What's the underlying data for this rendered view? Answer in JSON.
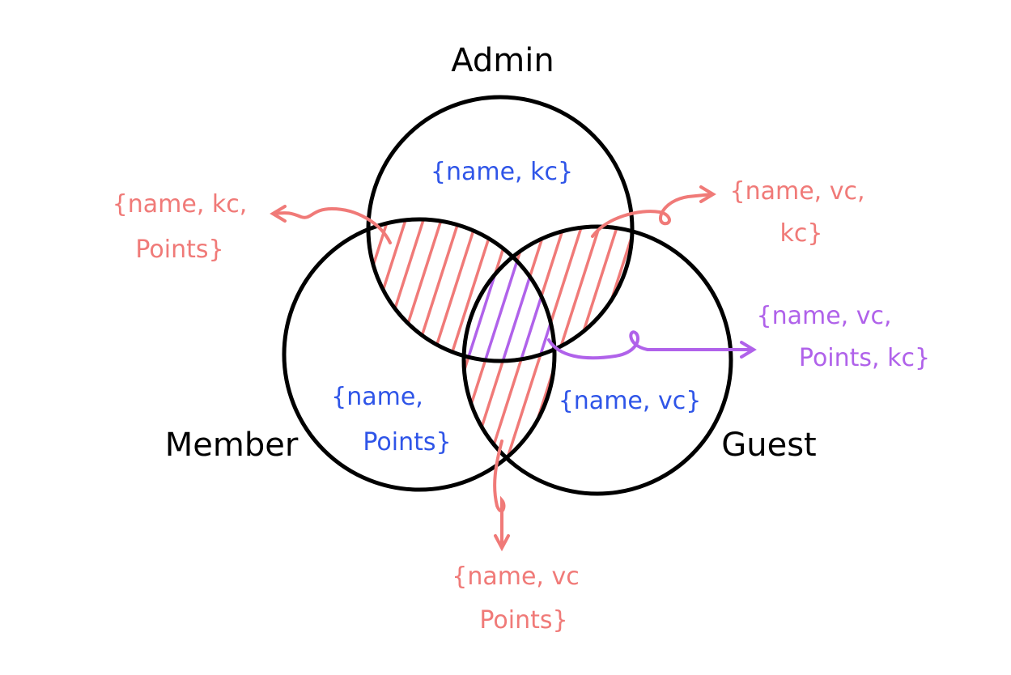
{
  "sets": {
    "admin": "Admin",
    "member": "Member",
    "guest": "Guest"
  },
  "regions": {
    "admin_only": "{name, kc}",
    "member_only": [
      "{name,",
      "Points}"
    ],
    "guest_only": "{name, vc}"
  },
  "callouts": {
    "admin_member": [
      "{name, kc,",
      "Points}"
    ],
    "admin_guest": [
      "{name, vc,",
      "kc}"
    ],
    "all_three": [
      "{name, vc,",
      "Points, kc}"
    ],
    "member_guest": [
      "{name, vc",
      "Points}"
    ]
  },
  "colors": {
    "outline": "#000000",
    "region_text": "#2f55e8",
    "pair_overlap": "#f07a78",
    "triple_overlap": "#b062ea"
  }
}
